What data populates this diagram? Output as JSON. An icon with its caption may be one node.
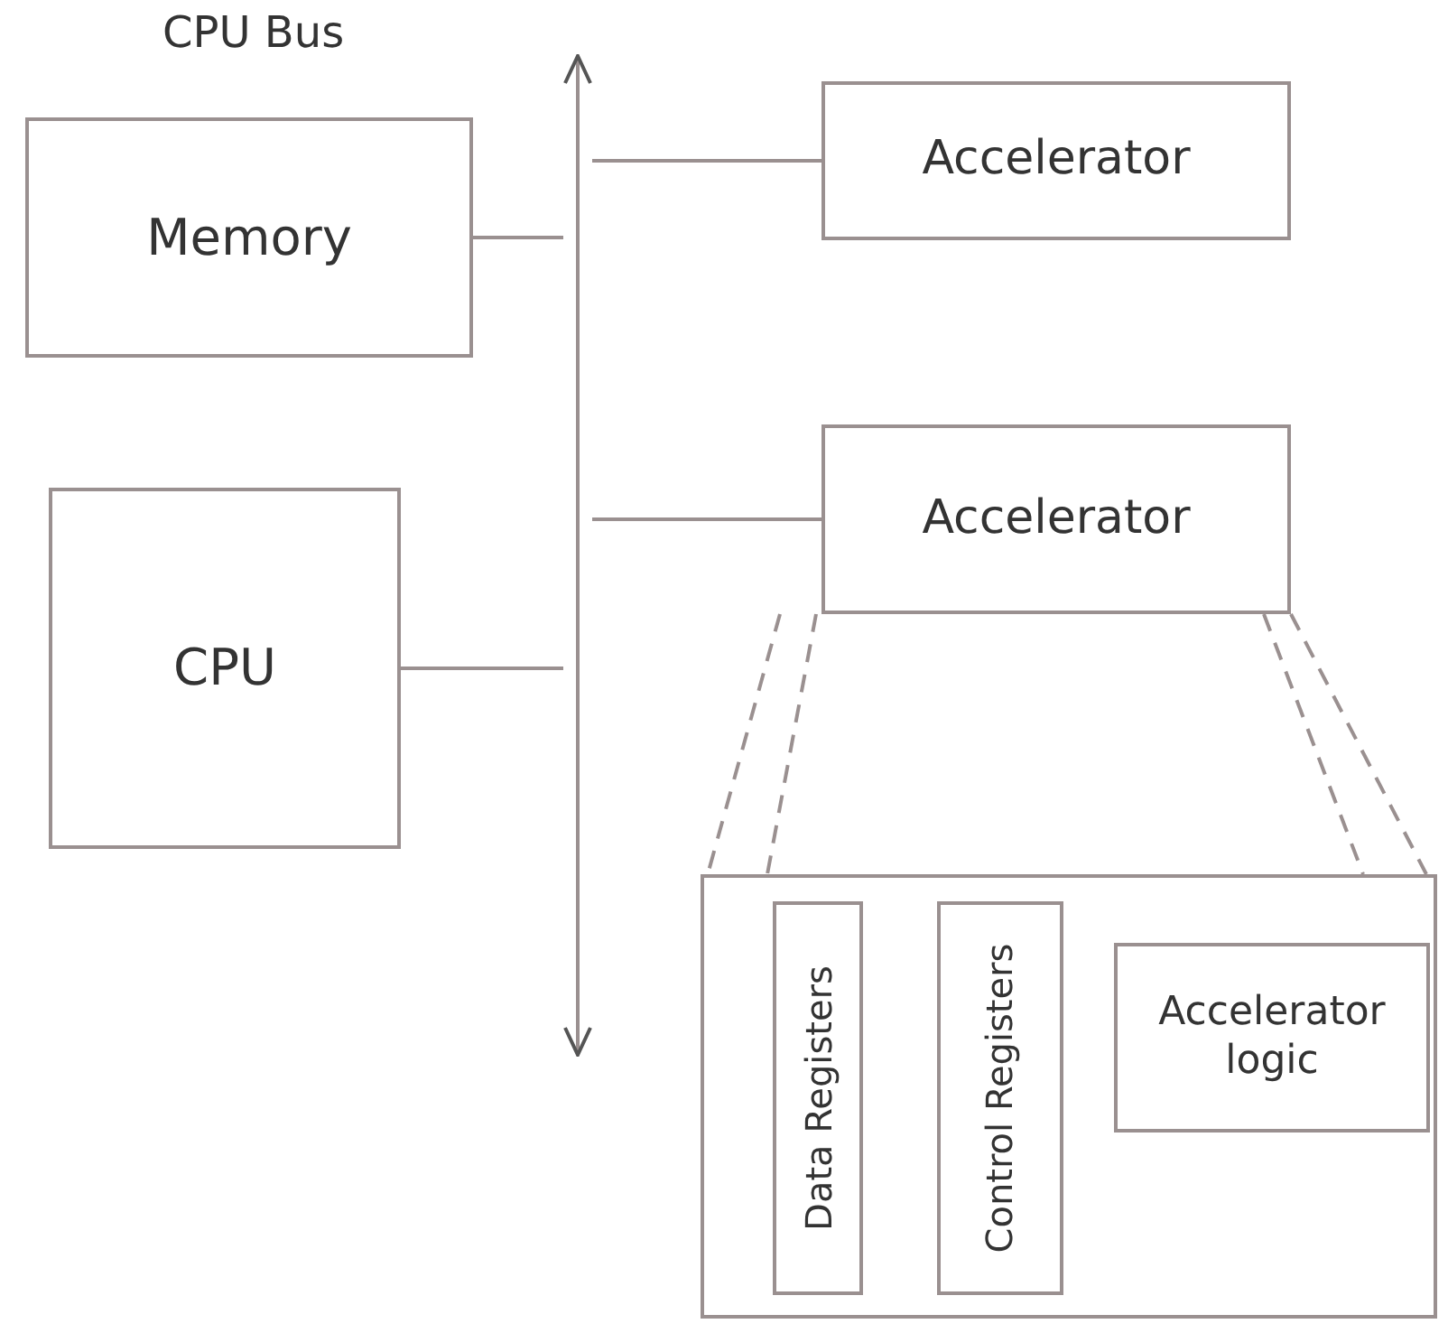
{
  "diagram": {
    "nodes": [
      {
        "text": [
          "CPU Bus"
        ]
      },
      {
        "text": [
          "Memory"
        ]
      },
      {
        "text": [
          "CPU"
        ]
      },
      {
        "text": [
          "Accelerator"
        ]
      },
      {
        "text": [
          "Accelerator"
        ]
      },
      {
        "text": [],
        "shape": "box"
      },
      {
        "text": [
          "Data Registers"
        ],
        "in": 5
      },
      {
        "text": [
          "Control Registers"
        ],
        "in": 5
      },
      {
        "text": [
          "Accelerator logic"
        ],
        "in": 5
      }
    ],
    "edges": [
      {
        "from": 1,
        "to": 0,
        "arrow": "none"
      },
      {
        "from": 2,
        "to": 0,
        "arrow": "none"
      },
      {
        "from": 0,
        "to": 3,
        "arrow": "none"
      },
      {
        "from": 0,
        "to": 4,
        "arrow": "none"
      },
      {
        "from": 4,
        "to": 5,
        "arrow": "none",
        "style": "dashed"
      },
      {
        "from": 4,
        "to": 5,
        "arrow": "none",
        "style": "dashed"
      },
      {
        "from": 4,
        "to": 5,
        "arrow": "none",
        "style": "dashed"
      },
      {
        "from": 4,
        "to": 5,
        "arrow": "none",
        "style": "dashed"
      }
    ]
  }
}
